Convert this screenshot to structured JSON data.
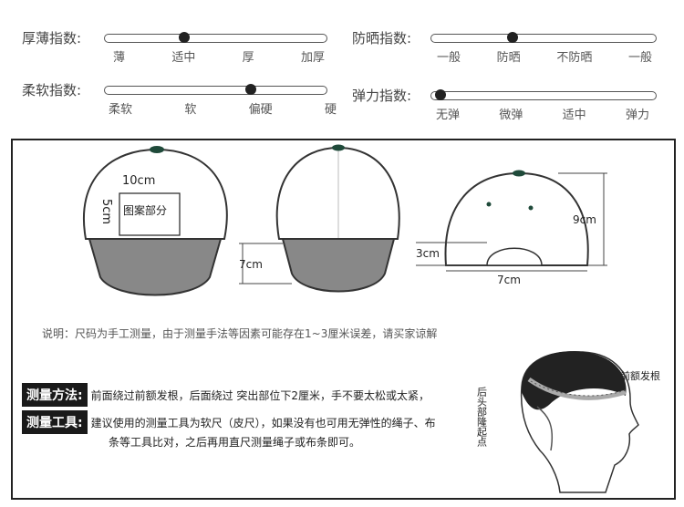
{
  "scales": [
    {
      "label": "厚薄指数:",
      "ticks": [
        "薄",
        "适中",
        "厚",
        "加厚"
      ],
      "level": 0.36
    },
    {
      "label": "防晒指数:",
      "ticks": [
        "一般",
        "防晒",
        "不防晒",
        "一般"
      ],
      "level": 0.36
    },
    {
      "label": "柔软指数:",
      "ticks": [
        "柔软",
        "软",
        "偏硬",
        "硬"
      ],
      "level": 0.66
    },
    {
      "label": "弹力指数:",
      "ticks": [
        "无弹",
        "微弹",
        "适中",
        "弹力"
      ],
      "level": 0.04
    }
  ],
  "diagram": {
    "front_width": "10cm",
    "front_height": "5cm",
    "pattern_area": "图案部分",
    "brim_front": "7cm",
    "side_height": "9cm",
    "side_opening": "3cm",
    "side_brim": "7cm",
    "head_front_label": "前额发根",
    "head_back_label": "后头部隆起点"
  },
  "note": "说明：尺码为手工测量，由于测量手法等因素可能存在1~3厘米误差，请买家谅解",
  "method": {
    "tag": "测量方法:",
    "text": "前面绕过前额发根，后面绕过 突出部位下2厘米，手不要太松或太紧，"
  },
  "tool": {
    "tag": "测量工具:",
    "text": "建议使用的测量工具为软尺（皮尺），如果没有也可用无弹性的绳子、布",
    "text_cont": "条等工具比对，之后再用直尺测量绳子或布条即可。"
  },
  "colors": {
    "brim": "#888888",
    "button": "#1f4a3a",
    "ink": "#222222"
  }
}
